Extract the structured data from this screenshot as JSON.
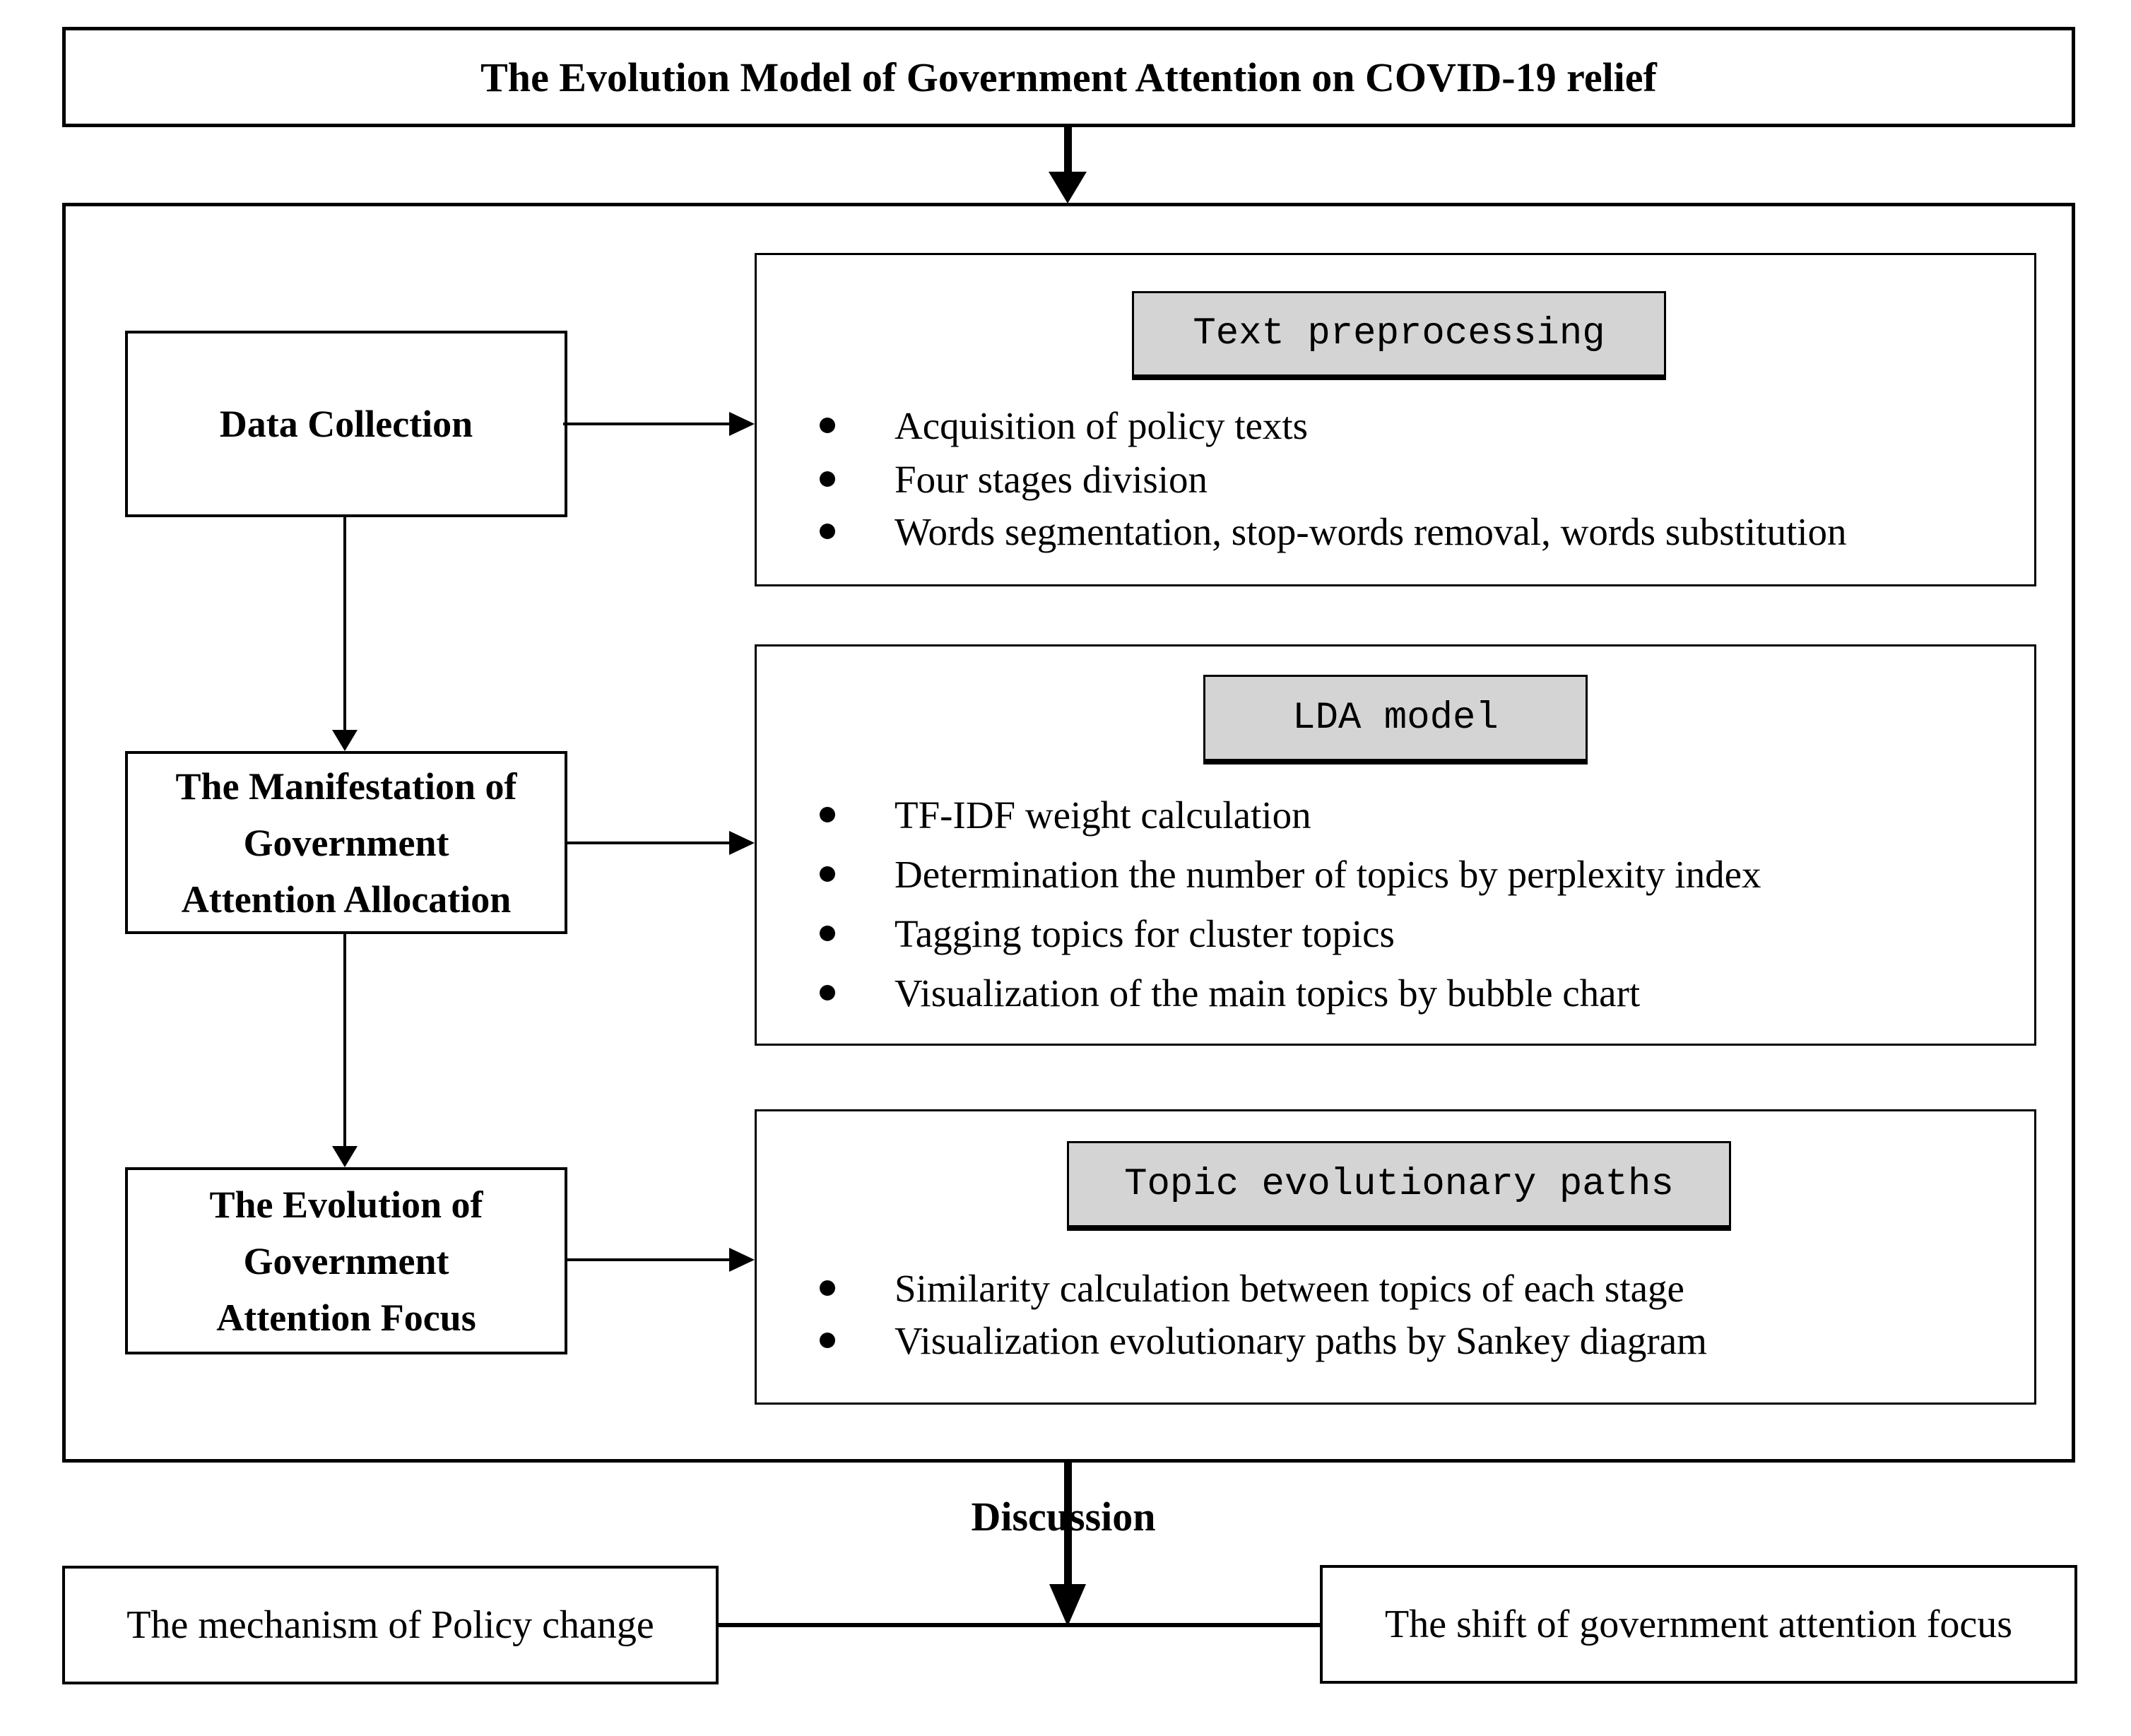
{
  "title": "The Evolution Model of Government Attention on COVID-19 relief",
  "left_column": {
    "boxes": [
      {
        "lines": [
          "Data Collection"
        ]
      },
      {
        "lines": [
          "The Manifestation of",
          "Government",
          "Attention Allocation"
        ]
      },
      {
        "lines": [
          "The Evolution of",
          "Government",
          "Attention Focus"
        ]
      }
    ]
  },
  "right_column": {
    "sections": [
      {
        "header": "Text preprocessing",
        "bullets": [
          "Acquisition of policy texts",
          "Four stages division",
          "Words segmentation, stop-words  removal, words substitution"
        ]
      },
      {
        "header": "LDA model",
        "bullets": [
          "TF-IDF weight calculation",
          "Determination the number of topics by perplexity index",
          "Tagging topics for cluster topics",
          "Visualization of the main topics by bubble chart"
        ]
      },
      {
        "header": "Topic evolutionary paths",
        "bullets": [
          "Similarity calculation between topics of each stage",
          "Visualization evolutionary paths by Sankey diagram"
        ]
      }
    ]
  },
  "discussion_label": "Discussion",
  "bottom": {
    "left_box": "The mechanism of Policy change",
    "right_box": "The shift of government attention focus"
  },
  "colors": {
    "background": "#ffffff",
    "line": "#000000",
    "header_bg": "#d4d4d4"
  }
}
